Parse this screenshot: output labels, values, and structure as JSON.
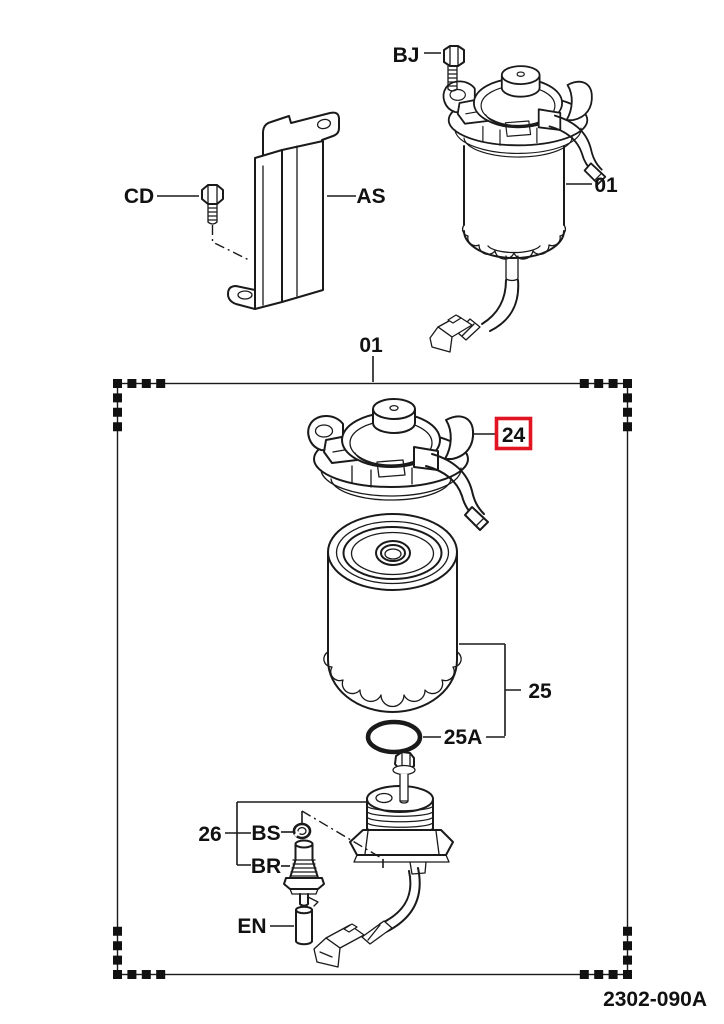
{
  "figure": {
    "background": "#ffffff",
    "line_color": "#1a1a1a",
    "highlight_color": "#e11422",
    "drawing_number": "2302-090A"
  },
  "callouts": {
    "bolt_bj": "BJ",
    "bolt_cd": "CD",
    "bracket_as": "AS",
    "assembly_top": "01",
    "assembly_box": "01",
    "pump_head": "24",
    "filter_cartridge": "25",
    "o_ring": "25A",
    "sensor_kit": "26",
    "snap_ring": "BS",
    "sensor": "BR",
    "spacer": "EN"
  }
}
